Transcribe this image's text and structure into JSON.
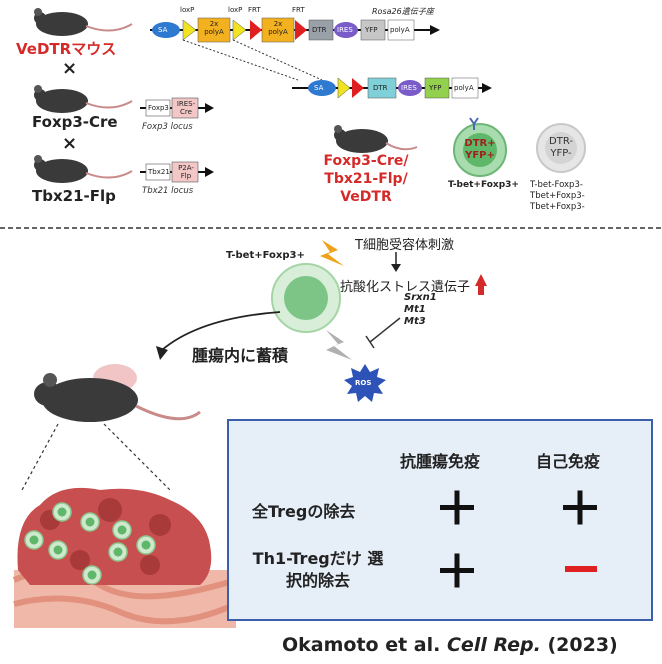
{
  "top": {
    "mice": [
      "VeDTRマウス",
      "Foxp3-Cre",
      "Tbx21-Flp"
    ],
    "cross_symbol": "×",
    "construct_labels": {
      "sa": "SA",
      "loxp": "loxP",
      "frt": "FRT",
      "polya_2x": "2x polyA",
      "dtr": "DTR",
      "ires": "IRES",
      "yfp": "YFP",
      "polya": "polyA",
      "rosa": "Rosa26遺伝子座"
    },
    "foxp3": {
      "gene": "Foxp3",
      "insert": "IRES-Cre",
      "locus": "Foxp3 locus"
    },
    "tbx21": {
      "gene": "Tbx21",
      "insert": "P2A-Flp",
      "locus": "Tbx21 locus"
    },
    "cross_result": "Foxp3-Cre/ Tbx21-Flp/ VeDTR",
    "cell_pos": {
      "line1": "DTR+",
      "line2": "YFP+",
      "label": "T-bet+Foxp3+"
    },
    "cell_neg": {
      "line1": "DTR-",
      "line2": "YFP-",
      "labels": [
        "T-bet-Foxp3-",
        "Tbet+Foxp3-",
        "Tbet+Foxp3-"
      ]
    }
  },
  "bottom": {
    "cell_label": "T-bet+Foxp3+",
    "tcr": "T細胞受容体刺激",
    "stress": "抗酸化ストレス遺伝子",
    "genes": [
      "Srxn1",
      "Mt1",
      "Mt3"
    ],
    "ros": "ROS",
    "accumulation": "腫瘍内に蓄積"
  },
  "table": {
    "col1": "抗腫瘍免疫",
    "col2": "自己免疫",
    "row1": {
      "label": "全Tregの除去",
      "v1": "+",
      "v2": "+"
    },
    "row2": {
      "label": "Th1-Tregだけ 選択的除去",
      "v1": "+",
      "v2": "−"
    }
  },
  "citation": {
    "authors": "Okamoto et al.",
    "journal": "Cell Rep.",
    "year": "(2023)"
  },
  "colors": {
    "red": "#d42a2a",
    "panel_bg": "#e6eef8",
    "panel_border": "#3d5ea8",
    "cell_green": "#8fcf98"
  }
}
